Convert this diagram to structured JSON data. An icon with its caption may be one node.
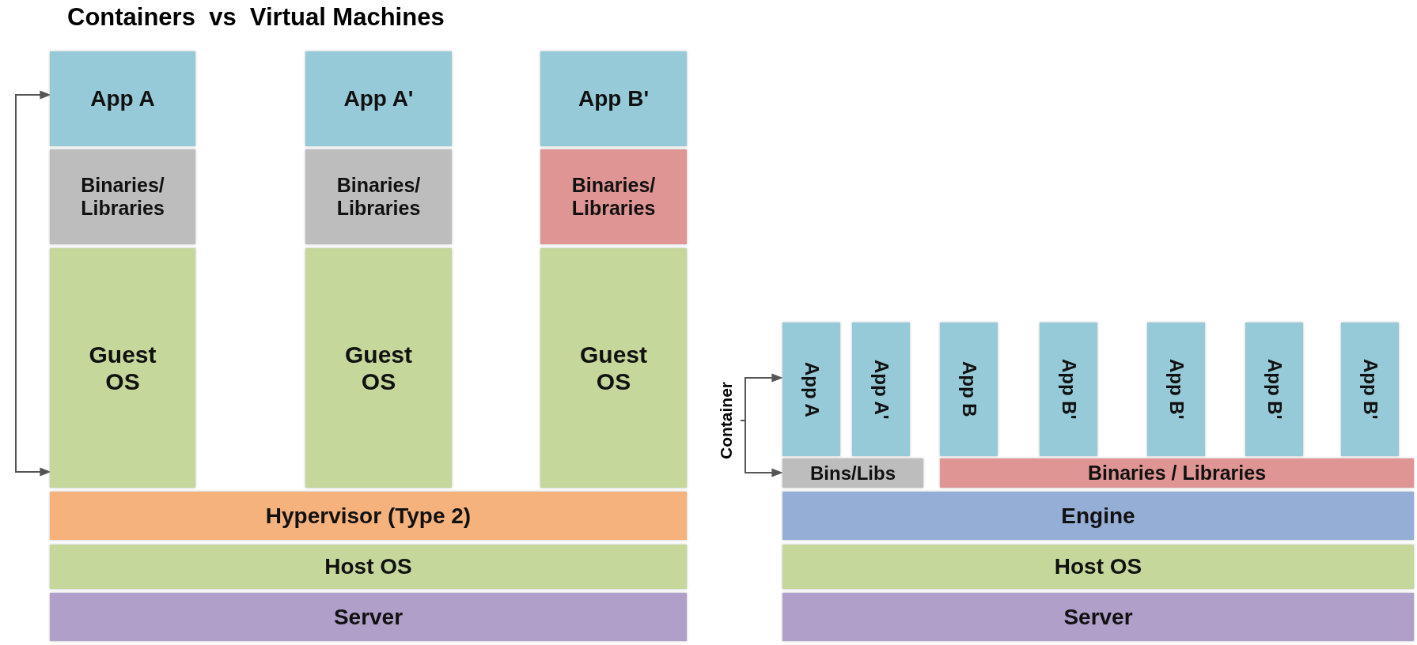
{
  "diagram": {
    "title": "Containers  vs  Virtual Machines",
    "nodes": [
      {
        "text": [
          "App A"
        ]
      },
      {
        "text": [
          "App A'"
        ]
      },
      {
        "text": [
          "App B'"
        ]
      },
      {
        "text": [
          "Binaries/ Libraries"
        ]
      },
      {
        "text": [
          "Binaries/ Libraries"
        ]
      },
      {
        "text": [
          "Binaries/ Libraries"
        ]
      },
      {
        "text": [
          "Guest OS"
        ]
      },
      {
        "text": [
          "Guest OS"
        ]
      },
      {
        "text": [
          "Guest OS"
        ]
      },
      {
        "text": [
          "Hypervisor (Type 2)"
        ]
      },
      {
        "text": [
          "Host OS"
        ]
      },
      {
        "text": [
          "Server"
        ]
      },
      {
        "text": [
          "Container"
        ]
      },
      {
        "text": [
          "App A"
        ]
      },
      {
        "text": [
          "App A'"
        ]
      },
      {
        "text": [
          "App B"
        ]
      },
      {
        "text": [
          "App B'"
        ]
      },
      {
        "text": [
          "App B'"
        ]
      },
      {
        "text": [
          "App B'"
        ]
      },
      {
        "text": [
          "App B'"
        ]
      },
      {
        "text": [
          "Bins/Libs"
        ]
      },
      {
        "text": [
          "Binaries / Libraries"
        ]
      },
      {
        "text": [
          "Engine"
        ]
      },
      {
        "text": [
          "Host OS"
        ]
      },
      {
        "text": [
          "Server"
        ]
      }
    ],
    "edges": [
      {
        "from": 0,
        "to": 6,
        "arrow": "both"
      },
      {
        "from": 12,
        "to": 13,
        "arrow": "to"
      },
      {
        "from": 12,
        "to": 20,
        "arrow": "to"
      }
    ]
  }
}
